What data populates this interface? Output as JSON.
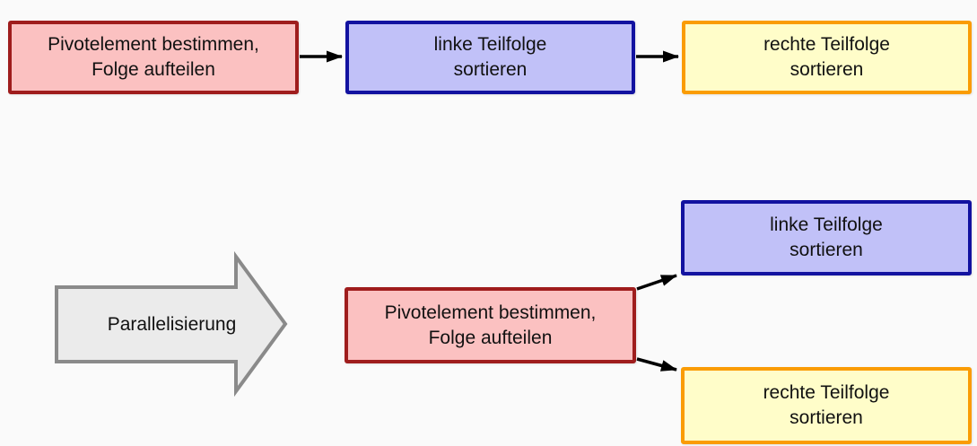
{
  "diagram": {
    "sequential_row": {
      "pivot_box": {
        "line1": "Pivotelement bestimmen,",
        "line2": "Folge aufteilen"
      },
      "left_box": {
        "line1": "linke Teilfolge",
        "line2": "sortieren"
      },
      "right_box": {
        "line1": "rechte Teilfolge",
        "line2": "sortieren"
      }
    },
    "parallel_row": {
      "arrow_label": "Parallelisierung",
      "pivot_box": {
        "line1": "Pivotelement bestimmen,",
        "line2": "Folge aufteilen"
      },
      "left_box": {
        "line1": "linke Teilfolge",
        "line2": "sortieren"
      },
      "right_box": {
        "line1": "rechte Teilfolge",
        "line2": "sortieren"
      }
    },
    "colors": {
      "background": "#FAFAFA",
      "pivot_border": "#9F1D1D",
      "pivot_fill": "#FBC1C1",
      "left_border": "#1212A0",
      "left_fill": "#C1C1F8",
      "right_border": "#FA9C04",
      "right_fill": "#FFFDC9",
      "transform_arrow_border": "#8A8A8A",
      "transform_arrow_fill": "#EBEBEB",
      "connector": "#000000",
      "text": "#111111"
    }
  }
}
